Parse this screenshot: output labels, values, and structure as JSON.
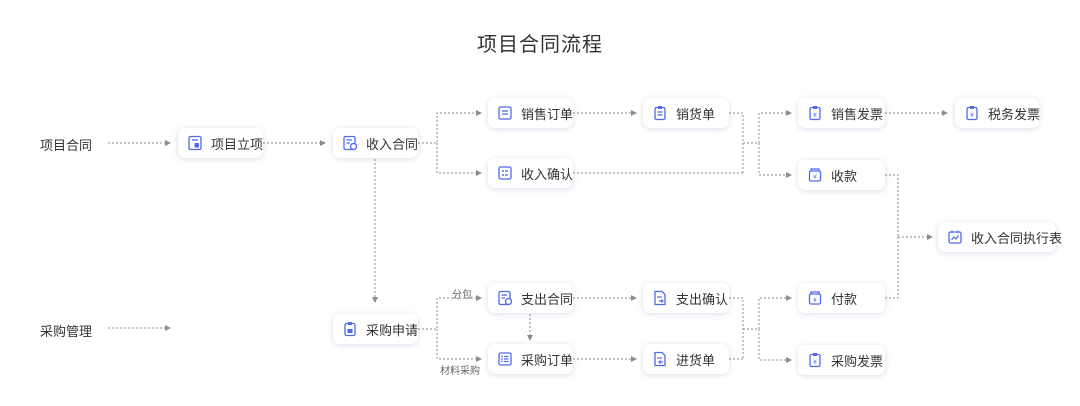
{
  "title": "项目合同流程",
  "rows": {
    "project": "项目合同",
    "purchase": "采购管理"
  },
  "nodes": {
    "xmlx": "项目立项",
    "srht": "收入合同",
    "xsdd": "销售订单",
    "srqr": "收入确认",
    "xhd": "销货单",
    "xsfp": "销售发票",
    "sk": "收款",
    "swfp": "税务发票",
    "srhtzxb": "收入合同执行表",
    "cgsq": "采购申请",
    "zcht": "支出合同",
    "cgdd": "采购订单",
    "zcqr": "支出确认",
    "jhd": "进货单",
    "fk": "付款",
    "cgfp": "采购发票"
  },
  "edge_labels": {
    "fenbao": "分包",
    "cailiao": "材料采购"
  },
  "colors": {
    "icon": "#4f6bed",
    "line": "#8c8c8c"
  }
}
